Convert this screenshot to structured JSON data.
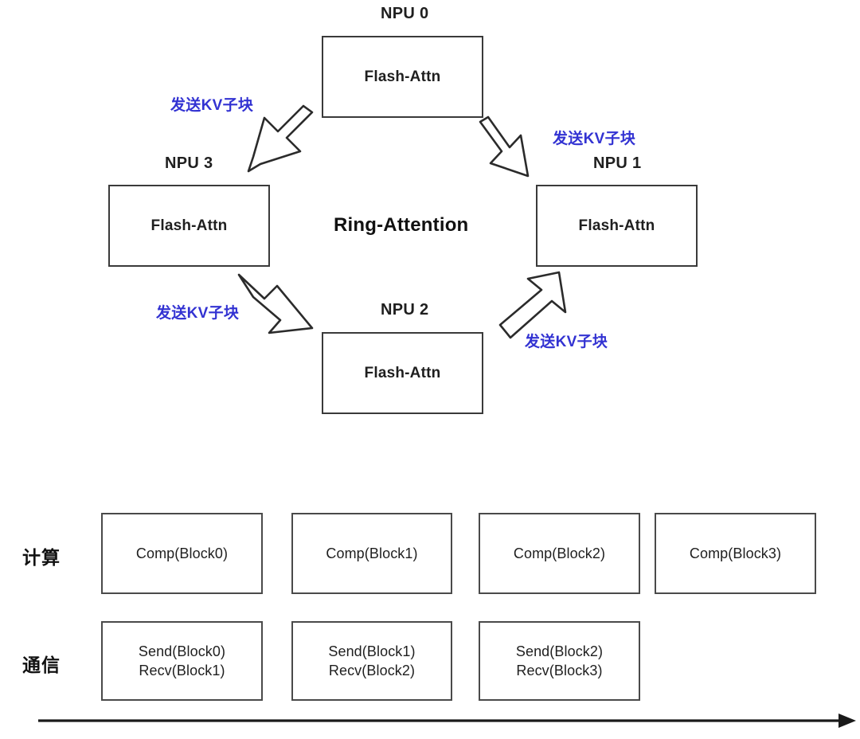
{
  "diagram": {
    "title": "Ring-Attention",
    "accent_blue": "#3232d2",
    "stroke": "#3a3a3a",
    "nodes": [
      {
        "id": "npu0",
        "label": "NPU 0",
        "body": "Flash-Attn"
      },
      {
        "id": "npu1",
        "label": "NPU 1",
        "body": "Flash-Attn"
      },
      {
        "id": "npu2",
        "label": "NPU 2",
        "body": "Flash-Attn"
      },
      {
        "id": "npu3",
        "label": "NPU 3",
        "body": "Flash-Attn"
      }
    ],
    "arrow_captions": [
      {
        "id": "caption-top-left",
        "text": "发送KV子块"
      },
      {
        "id": "caption-top-right",
        "text": "发送KV子块"
      },
      {
        "id": "caption-bottom-left",
        "text": "发送KV子块"
      },
      {
        "id": "caption-bottom-right",
        "text": "发送KV子块"
      }
    ]
  },
  "timeline": {
    "rows": [
      {
        "id": "compute",
        "label": "计算",
        "cells": [
          {
            "line1": "Comp(Block0)",
            "line2": ""
          },
          {
            "line1": "Comp(Block1)",
            "line2": ""
          },
          {
            "line1": "Comp(Block2)",
            "line2": ""
          },
          {
            "line1": "Comp(Block3)",
            "line2": ""
          }
        ]
      },
      {
        "id": "communication",
        "label": "通信",
        "cells": [
          {
            "line1": "Send(Block0)",
            "line2": "Recv(Block1)"
          },
          {
            "line1": "Send(Block1)",
            "line2": "Recv(Block2)"
          },
          {
            "line1": "Send(Block2)",
            "line2": "Recv(Block3)"
          }
        ]
      }
    ],
    "axis": {
      "name": "time-axis",
      "direction": "right"
    }
  }
}
